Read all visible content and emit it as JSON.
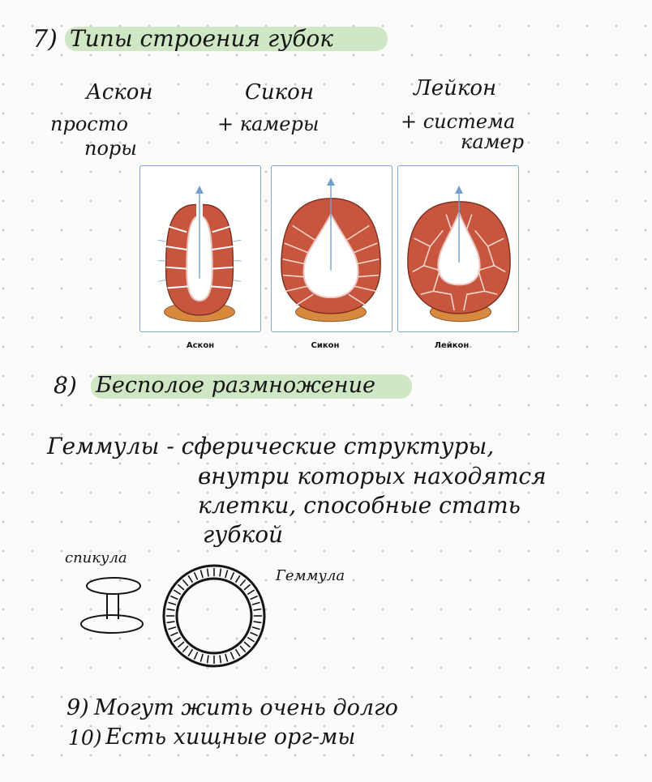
{
  "section7": {
    "number": "7)",
    "title": "Типы строения губок"
  },
  "types": {
    "ascon": {
      "name": "Аскон",
      "desc": [
        "просто",
        "поры"
      ]
    },
    "sycon": {
      "name": "Сикон",
      "desc": [
        "+ камеры"
      ]
    },
    "leucon": {
      "name": "Лейкон",
      "desc": [
        "+ система",
        "камер"
      ]
    }
  },
  "figure": {
    "captions": [
      "Аскон",
      "Сикон",
      "Лейкон"
    ]
  },
  "section8": {
    "number": "8)",
    "title": "Бесполое размножение"
  },
  "gemmules": {
    "lines": [
      "Геммулы - сферические структуры,",
      "внутри которых находятся",
      "клетки, способные стать",
      "губкой"
    ]
  },
  "diagram": {
    "spicule_label": "спикула",
    "gemmule_label": "Геммула"
  },
  "item9": {
    "number": "9)",
    "text": "Могут жить очень долго"
  },
  "item10": {
    "number": "10)",
    "text": "Есть хищные орг-мы"
  },
  "colors": {
    "highlight": "#cfe7c4",
    "sponge": "#c8553d",
    "base": "#d9893d",
    "frame": "#7fa9d6"
  }
}
